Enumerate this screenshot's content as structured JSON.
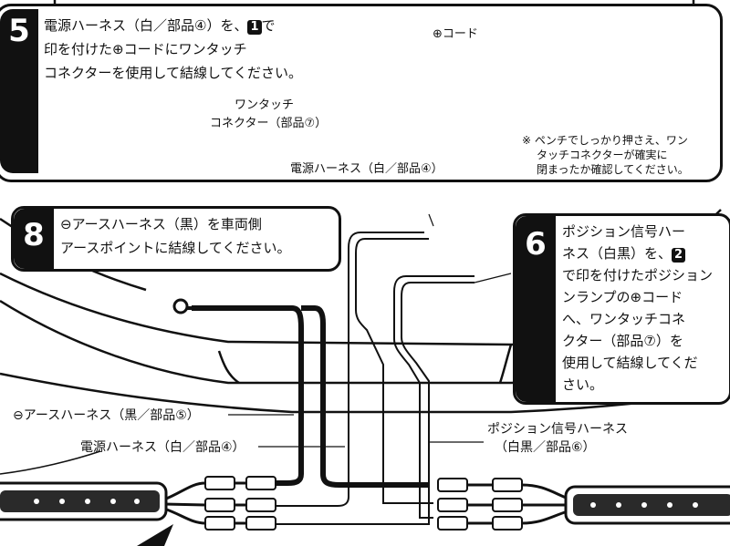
{
  "step5": {
    "number": "5",
    "line1_pre": "電源ハーネス（白／部品④）を、",
    "badge": "1",
    "line1_post": "で",
    "line2": "印を付けた⊕コードにワンタッチ",
    "line3": "コネクターを使用して結線してください。"
  },
  "step5_labels": {
    "plus_cord": "⊕コード",
    "one_touch_1": "ワンタッチ",
    "one_touch_2": "コネクター（部品⑦）",
    "power_harness": "電源ハーネス（白／部品④）",
    "note_1": "※ ペンチでしっかり押さえ、ワン",
    "note_2": "タッチコネクターが確実に",
    "note_3": "閉まったか確認してください。"
  },
  "step8": {
    "number": "8",
    "line1": "⊖アースハーネス（黒）を車両側",
    "line2": "アースポイントに結線してください。"
  },
  "step6": {
    "number": "6",
    "line1": "ポジション信号ハー",
    "line2": "ネス（白黒）を、",
    "badge": "2",
    "line3": "で印を付けたポジション",
    "line4": "ンランプの⊕コード",
    "line5": "へ、ワンタッチコネ",
    "line6": "クター（部品⑦）を",
    "line7": "使用して結線してくだ",
    "line8": "さい。"
  },
  "bottom_labels": {
    "ground_harness": "⊖アースハーネス（黒／部品⑤）",
    "power_harness": "電源ハーネス（白／部品④）",
    "position_1": "ポジション信号ハーネス",
    "position_2": "（白黒／部品⑥）"
  }
}
